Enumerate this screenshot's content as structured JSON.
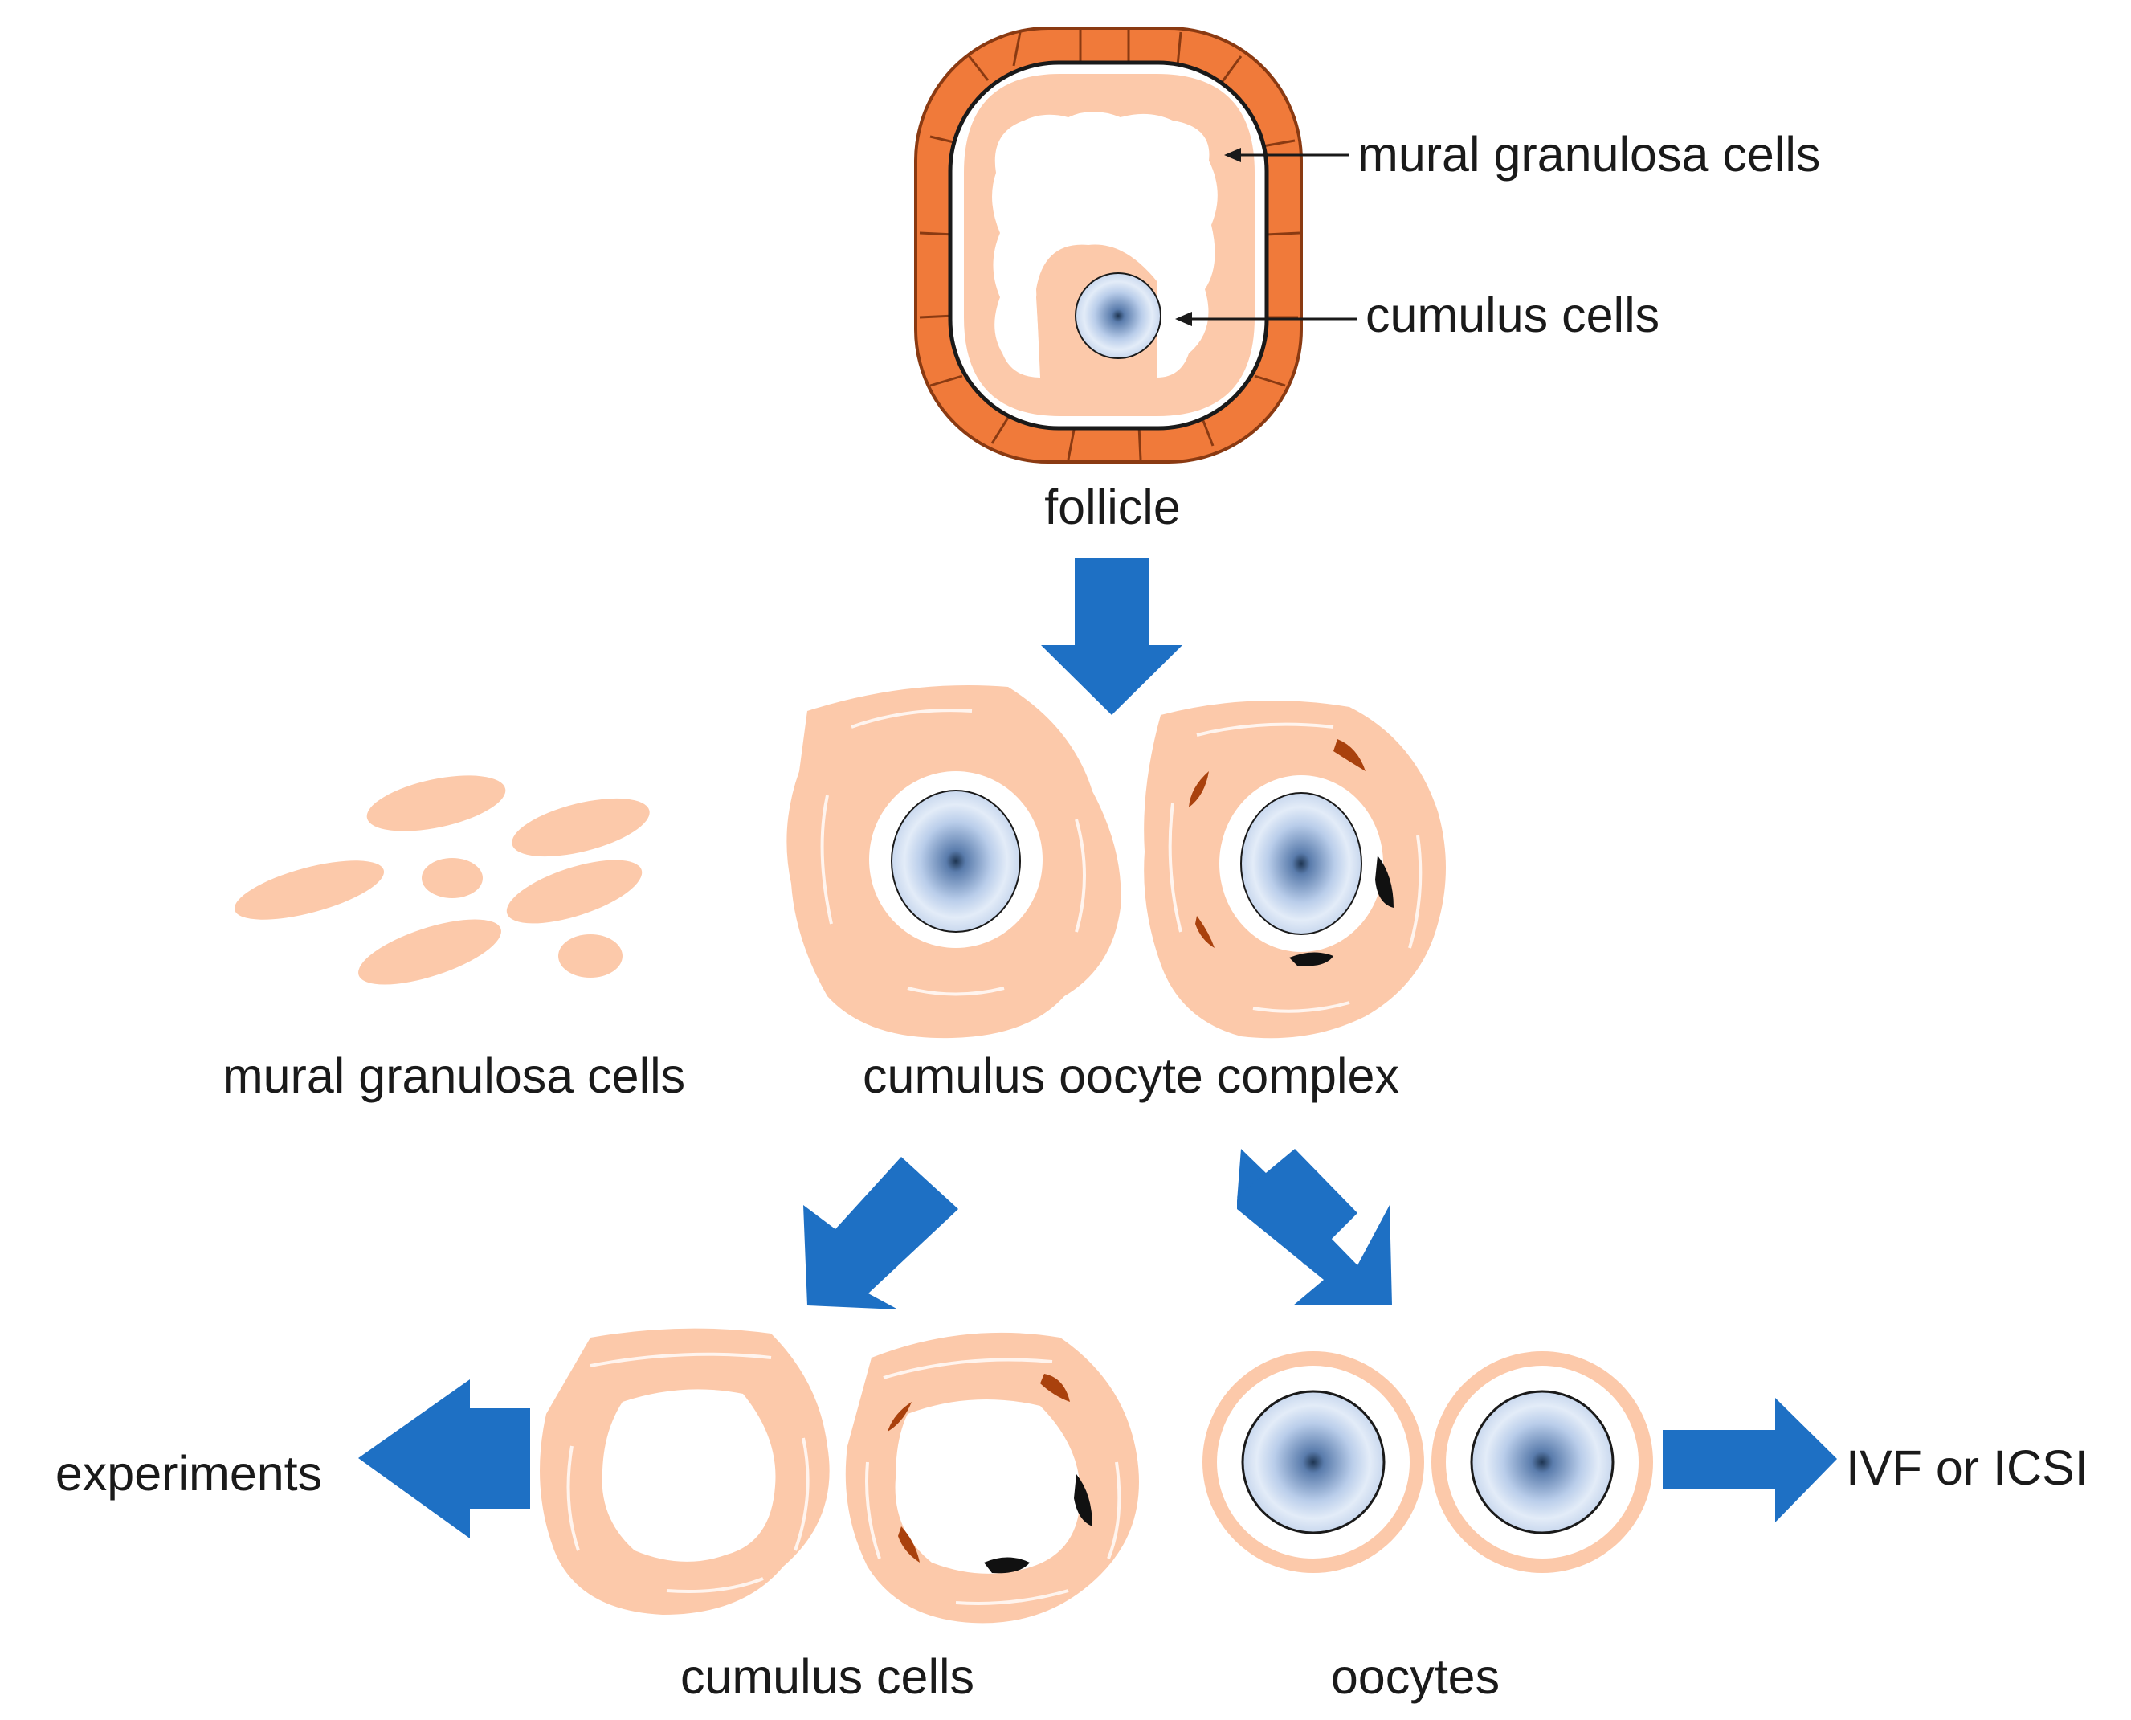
{
  "labels": {
    "follicle": "follicle",
    "mural_granulosa_top": "mural granulosa cells",
    "cumulus_cells_top": "cumulus cells",
    "mural_granulosa_bottom": "mural granulosa cells",
    "cumulus_oocyte_complex": "cumulus oocyte complex",
    "cumulus_cells_bottom": "cumulus cells",
    "oocytes": "oocytes",
    "experiments": "experiments",
    "ivf_or_icsi": "IVF or ICSI"
  },
  "colors": {
    "theca": "#f07a3a",
    "theca_stroke": "#8a3a12",
    "granulosa": "#fcc9aa",
    "arrow": "#1e70c4",
    "oocyte_edge": "#7fa2cf",
    "oocyte_center": "#1e3552",
    "dark_spot": "#111111",
    "brown_spot": "#a9410d"
  }
}
